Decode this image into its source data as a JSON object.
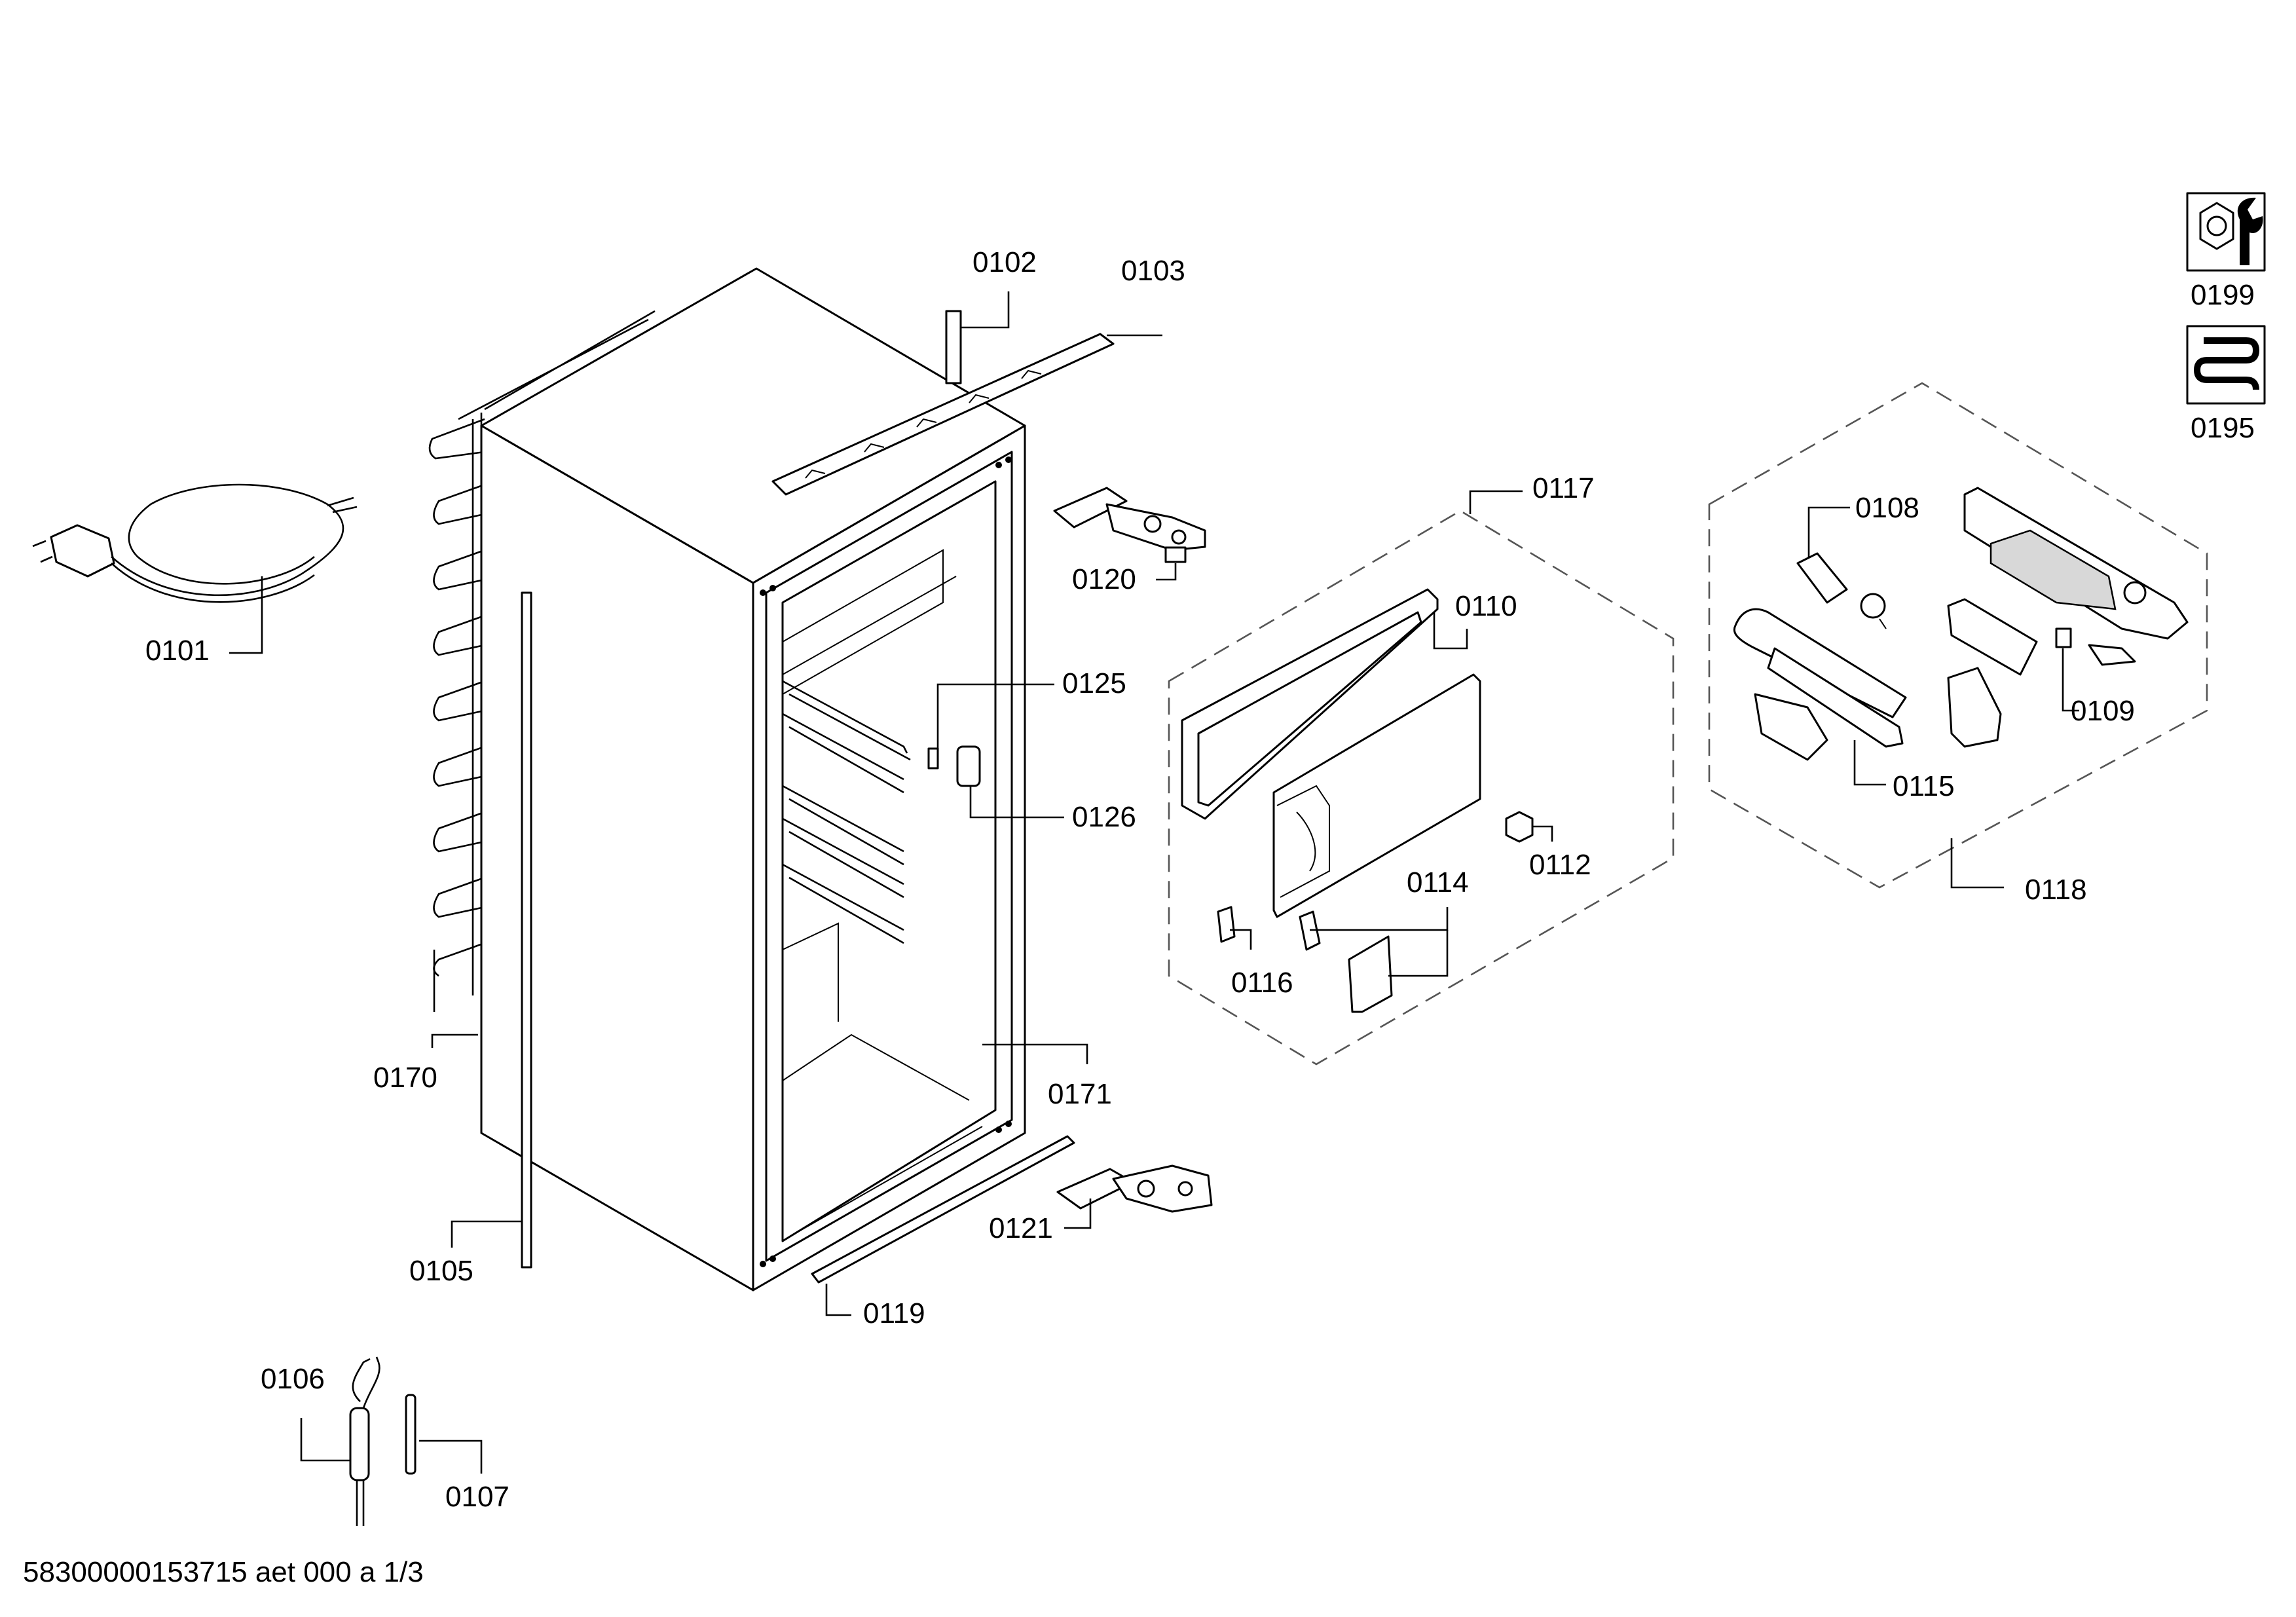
{
  "document_id": "58300000153715 aet 000 a 1/3",
  "labels": {
    "p0101": "0101",
    "p0102": "0102",
    "p0103": "0103",
    "p0105": "0105",
    "p0106": "0106",
    "p0107": "0107",
    "p0108": "0108",
    "p0109": "0109",
    "p0110": "0110",
    "p0112": "0112",
    "p0114": "0114",
    "p0115": "0115",
    "p0116": "0116",
    "p0117": "0117",
    "p0118": "0118",
    "p0119": "0119",
    "p0120": "0120",
    "p0121": "0121",
    "p0125": "0125",
    "p0126": "0126",
    "p0170": "0170",
    "p0171": "0171",
    "p0195": "0195",
    "p0199": "0199"
  },
  "icons": {
    "p0199": "hex-nut-wrench-icon",
    "p0195": "heating-coil-icon"
  }
}
